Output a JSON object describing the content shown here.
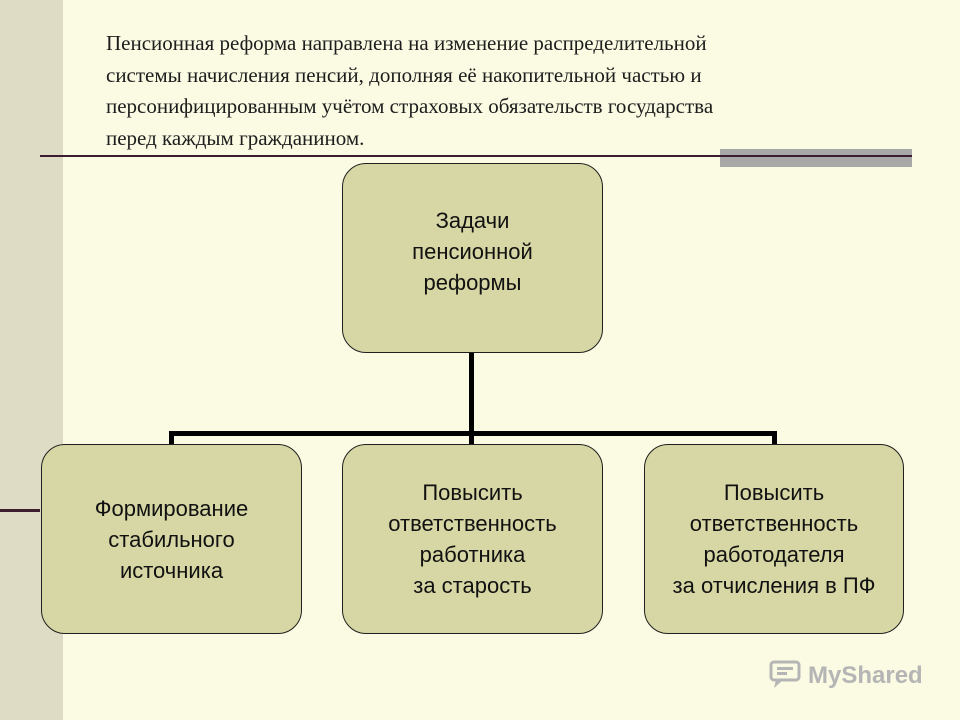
{
  "intro_text": {
    "lines": [
      "Пенсионная реформа направлена на изменение распределительной",
      "системы начисления пенсий, дополняя её накопительной частью и",
      "персонифицированным  учётом страховых обязательств государства",
      "перед каждым гражданином."
    ]
  },
  "diagram": {
    "root": {
      "lines": [
        "Задачи",
        "пенсионной",
        "реформы"
      ]
    },
    "children": [
      {
        "lines": [
          "Формирование",
          "стабильного",
          "источника"
        ]
      },
      {
        "lines": [
          "Повысить",
          "ответственность",
          "работника",
          "за старость"
        ]
      },
      {
        "lines": [
          "Повысить",
          "ответственность",
          "работодателя",
          "за отчисления в ПФ"
        ]
      }
    ]
  },
  "watermark": {
    "text": "MyShared",
    "icon": "myshared-logo-icon"
  },
  "colors": {
    "background": "#fbfbe3",
    "left_band": "#dedcc5",
    "node_fill": "#d7d7a5",
    "accent_line": "#3b1d2e",
    "gray_bar": "#a8a8a8"
  }
}
